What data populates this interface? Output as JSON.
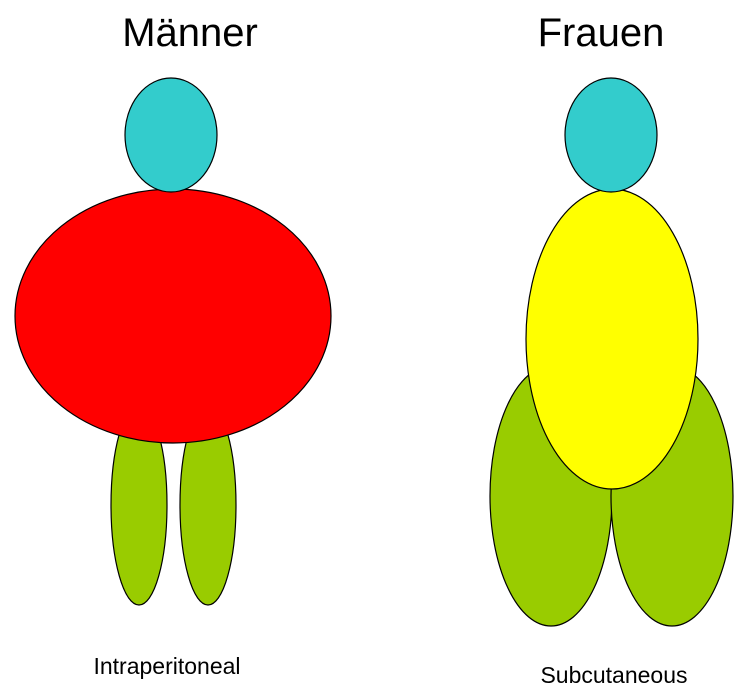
{
  "figures": {
    "men": {
      "title": "Männer",
      "caption": "Intraperitoneal"
    },
    "women": {
      "title": "Frauen",
      "caption": "Subcutaneous"
    }
  },
  "colors": {
    "head": "#33CCCC",
    "legs": "#99CC00",
    "men_body": "#FF0000",
    "women_body": "#FFFF00",
    "outline": "#000000",
    "background": "#FFFFFF"
  }
}
